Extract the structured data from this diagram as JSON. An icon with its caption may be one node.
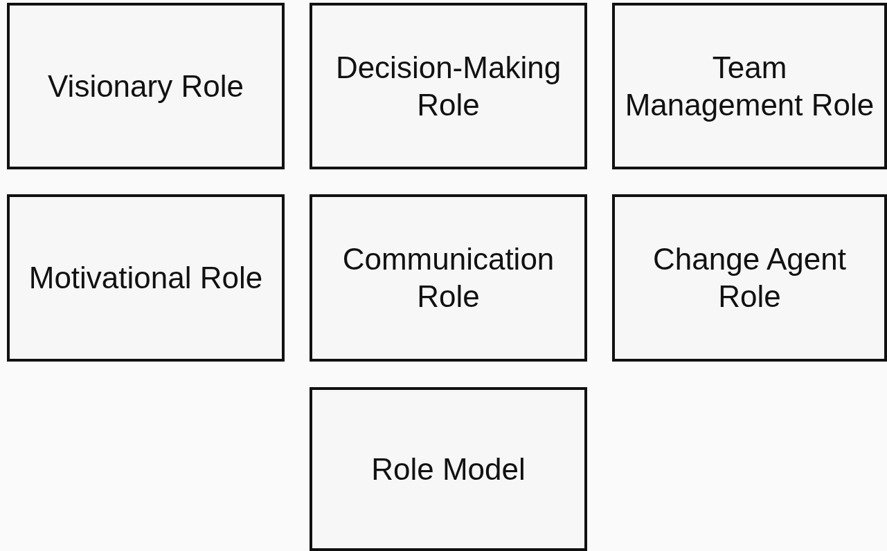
{
  "diagram": {
    "nodes": [
      {
        "text": [
          "Visionary Role"
        ]
      },
      {
        "text": [
          "Decision-Making Role"
        ]
      },
      {
        "text": [
          "Team Management Role"
        ]
      },
      {
        "text": [
          "Motivational Role"
        ]
      },
      {
        "text": [
          "Communication Role"
        ]
      },
      {
        "text": [
          "Change Agent Role"
        ]
      },
      {
        "text": [
          "Role Model"
        ]
      }
    ]
  }
}
